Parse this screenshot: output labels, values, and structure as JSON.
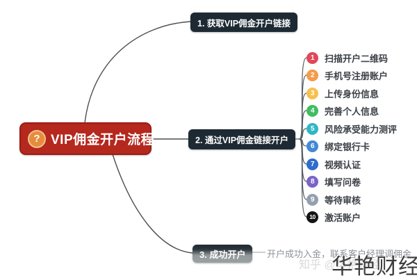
{
  "diagram": {
    "root": {
      "label": "VIP佣金开户流程",
      "icon_glyph": "?"
    },
    "branch1": {
      "label": "1. 获取VIP佣金开户链接"
    },
    "branch2": {
      "label": "2. 通过VIP佣金链接开户"
    },
    "branch3": {
      "label": "3. 成功开户",
      "note": "开户成功入金，联系客户经理调佣金"
    },
    "steps": [
      {
        "num": "1",
        "label": "扫描开户二维码",
        "color": "#e04858"
      },
      {
        "num": "2",
        "label": "手机号注册账户",
        "color": "#f59b4b"
      },
      {
        "num": "3",
        "label": "上传身份信息",
        "color": "#f7c04e"
      },
      {
        "num": "4",
        "label": "完善个人信息",
        "color": "#41bd62"
      },
      {
        "num": "5",
        "label": "风险承受能力测评",
        "color": "#30b6c6"
      },
      {
        "num": "6",
        "label": "绑定银行卡",
        "color": "#4289d6"
      },
      {
        "num": "7",
        "label": "视频认证",
        "color": "#2f6ccc"
      },
      {
        "num": "8",
        "label": "填写问卷",
        "color": "#7b64c8"
      },
      {
        "num": "9",
        "label": "等待审核",
        "color": "#93a0b0"
      },
      {
        "num": "10",
        "label": "激活账户",
        "color": "#141414"
      }
    ]
  },
  "watermark": {
    "faint": "知乎 @华艳财经",
    "main": "华艳财经"
  },
  "colors": {
    "root_bg": "#b5281e",
    "branch_bg": "#1e2a33",
    "line": "#4d4d4d"
  }
}
